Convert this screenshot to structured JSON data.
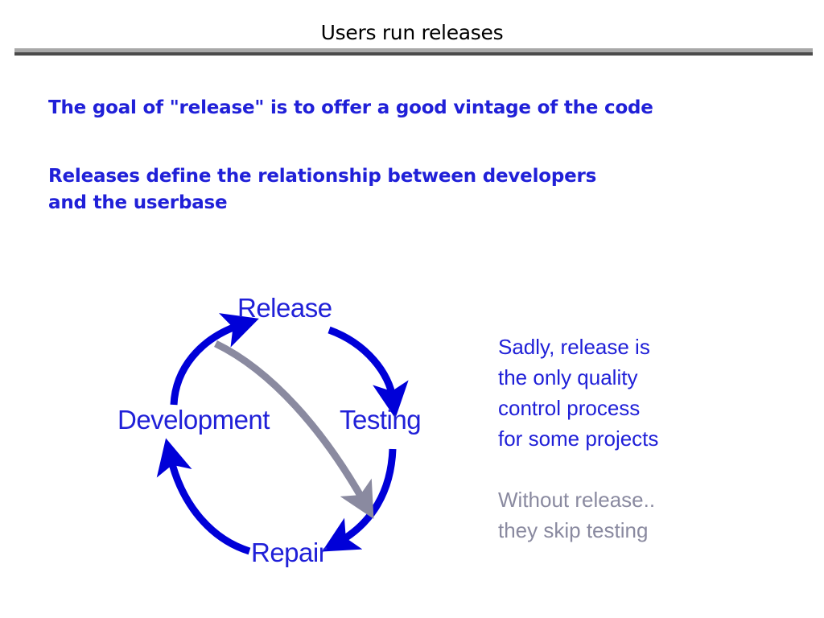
{
  "slide": {
    "title": "Users run releases",
    "background_color": "#ffffff",
    "accent_blue": "#2020d8",
    "accent_gray": "#8a8aa0",
    "rule_light": "#a8a8a8",
    "rule_dark": "#4a4a4a"
  },
  "body": {
    "line_1": "The goal of \"release\" is to offer a good vintage of the code",
    "line_2": "Releases define the relationship between developers\nand the userbase"
  },
  "notes": {
    "blue_note": "Sadly, release is\nthe only quality\ncontrol process\nfor some projects",
    "gray_note": "Without release..\nthey skip testing"
  },
  "diagram": {
    "type": "cycle",
    "nodes": [
      {
        "id": "release",
        "label": "Release"
      },
      {
        "id": "testing",
        "label": "Testing"
      },
      {
        "id": "repair",
        "label": "Repair"
      },
      {
        "id": "development",
        "label": "Development"
      }
    ],
    "edges": [
      {
        "from": "development",
        "to": "release",
        "color": "#0000d8",
        "style": "solid-arc"
      },
      {
        "from": "release",
        "to": "testing",
        "color": "#0000d8",
        "style": "solid-arc"
      },
      {
        "from": "testing",
        "to": "repair",
        "color": "#0000d8",
        "style": "solid-arc"
      },
      {
        "from": "repair",
        "to": "development",
        "color": "#0000d8",
        "style": "solid-arc"
      },
      {
        "from": "release",
        "to": "repair",
        "color": "#8a8aa0",
        "style": "shortcut-arc"
      }
    ]
  }
}
